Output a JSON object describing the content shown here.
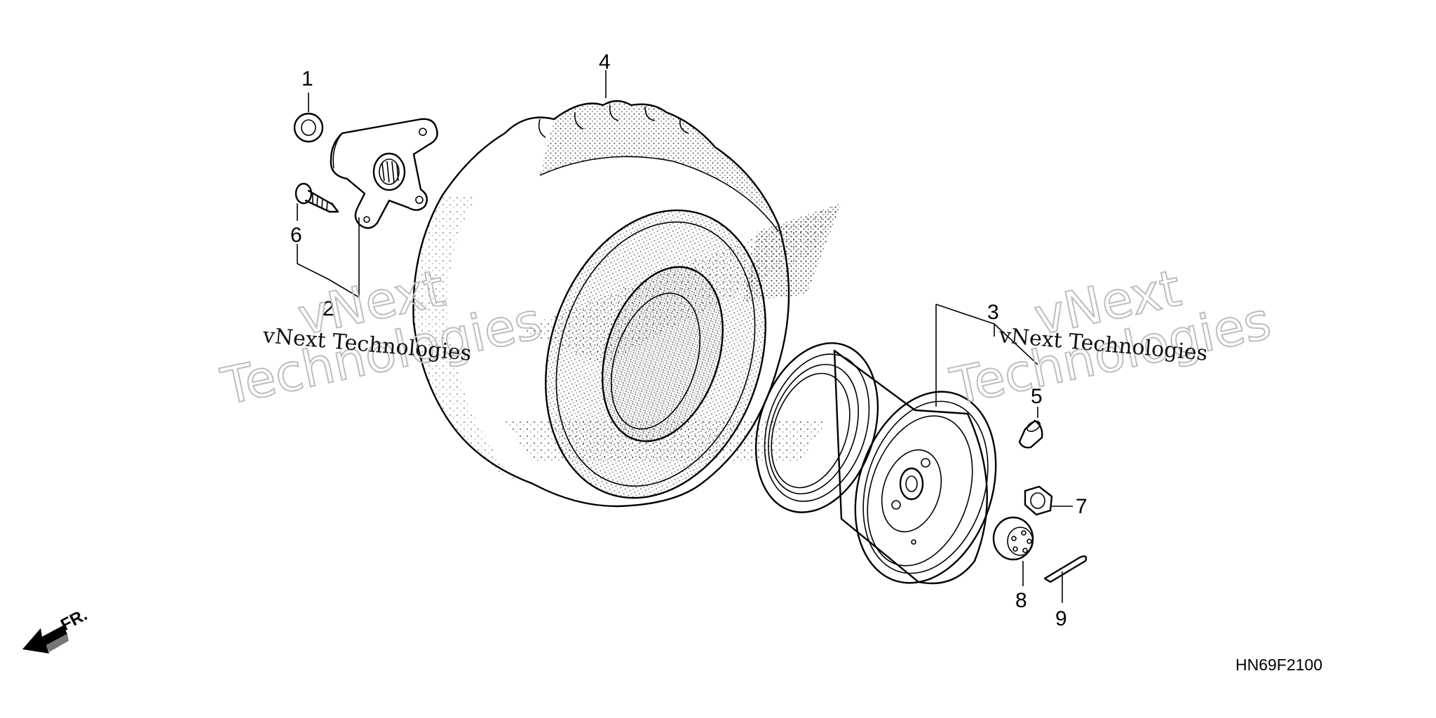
{
  "diagram_code": "HN69F2100",
  "direction_label": "FR.",
  "watermark": {
    "line1": "vNext",
    "line2": "Technologies",
    "full": "vNext Technologies"
  },
  "callouts": {
    "c1": "1",
    "c2": "2",
    "c3": "3",
    "c4": "4",
    "c5": "5",
    "c6": "6",
    "c7": "7",
    "c8": "8",
    "c9": "9"
  }
}
